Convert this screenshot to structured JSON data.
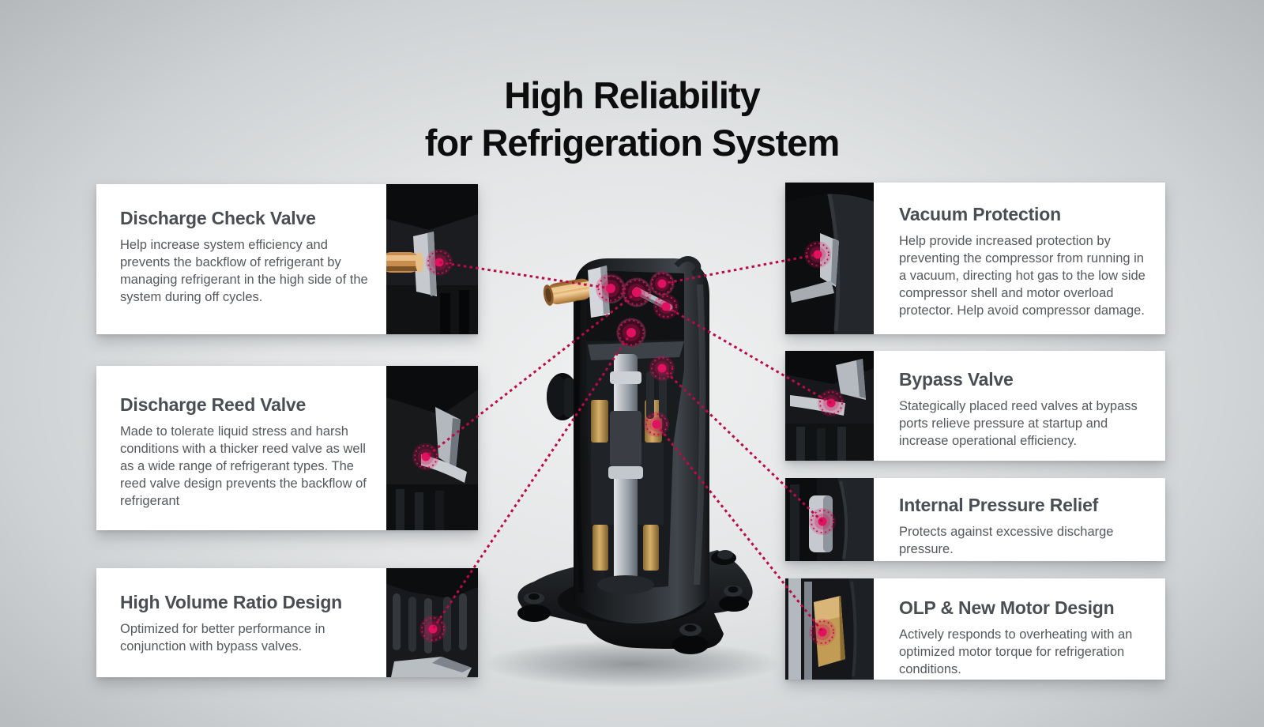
{
  "page": {
    "title_line1": "High Reliability",
    "title_line2": "for Refrigeration System"
  },
  "colors": {
    "background_center": "#eff1f1",
    "background_edge": "#b5b8ba",
    "card_background": "#ffffff",
    "heading_text": "#0d0d0d",
    "card_title_text": "#4a4e52",
    "card_body_text": "#55585c",
    "connector_line": "#bb0a47",
    "marker_dot": "#df1160"
  },
  "features_left": [
    {
      "id": "discharge-check-valve",
      "title": "Discharge Check Valve",
      "body": "Help increase system efficiency and prevents the backflow of refrigerant by managing refrigerant in the high side of the system during off cycles."
    },
    {
      "id": "discharge-reed-valve",
      "title": "Discharge Reed Valve",
      "body": "Made to tolerate liquid stress and harsh conditions with a thicker reed valve as well as a wide range of refrigerant types. The reed valve design prevents the backflow of refrigerant"
    },
    {
      "id": "high-volume-ratio-design",
      "title": "High Volume Ratio Design",
      "body": "Optimized for better performance in conjunction with bypass valves."
    }
  ],
  "features_right": [
    {
      "id": "vacuum-protection",
      "title": "Vacuum Protection",
      "body": "Help provide increased protection by preventing the compressor from running in a vacuum, directing hot gas to the low side compressor shell and motor overload protector. Help avoid compressor damage."
    },
    {
      "id": "bypass-valve",
      "title": "Bypass Valve",
      "body": "Stategically placed reed valves at bypass ports relieve pressure at startup and increase operational efficiency."
    },
    {
      "id": "internal-pressure-relief",
      "title": "Internal Pressure Relief",
      "body": "Protects against excessive discharge pressure."
    },
    {
      "id": "olp-new-motor-design",
      "title": "OLP & New Motor Design",
      "body": "Actively responds to overheating with an optimized motor torque for refrigeration conditions."
    }
  ]
}
